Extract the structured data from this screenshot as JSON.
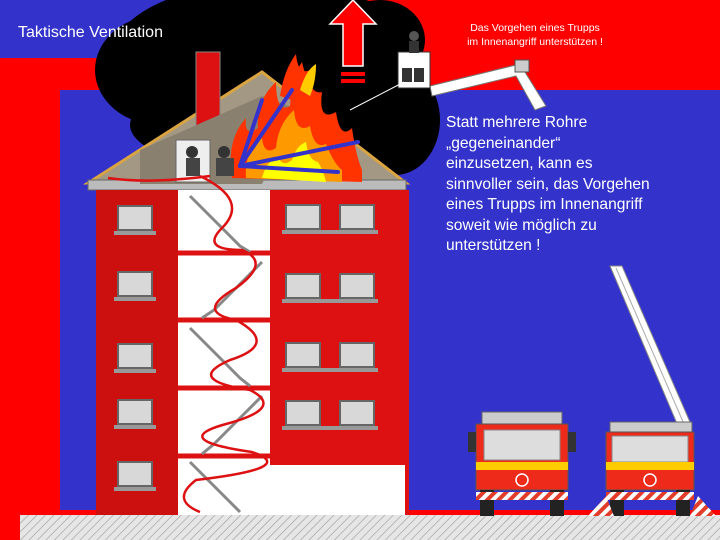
{
  "slide": {
    "title": "Taktische Ventilation",
    "top_note": [
      "Das Vorgehen eines Trupps",
      "im Innenangriff unterstützen !"
    ],
    "body_lines": [
      "Statt mehrere Rohre",
      "„gegeneinander“",
      "einzusetzen, kann es",
      "sinnvoller sein, das Vorgehen",
      "eines Trupps im Innenangriff",
      "soweit wie möglich zu",
      "unterstützen !"
    ]
  },
  "colors": {
    "background_red": "#ff0000",
    "panel_blue": "#3333cc",
    "smoke_black": "#000000",
    "building_red": "#dd1111",
    "ground_hatch": "#cccccc",
    "text_white": "#ffffff"
  },
  "icons": [
    "up-arrow-icon",
    "firefighter-icon",
    "fire-hose-icon"
  ]
}
